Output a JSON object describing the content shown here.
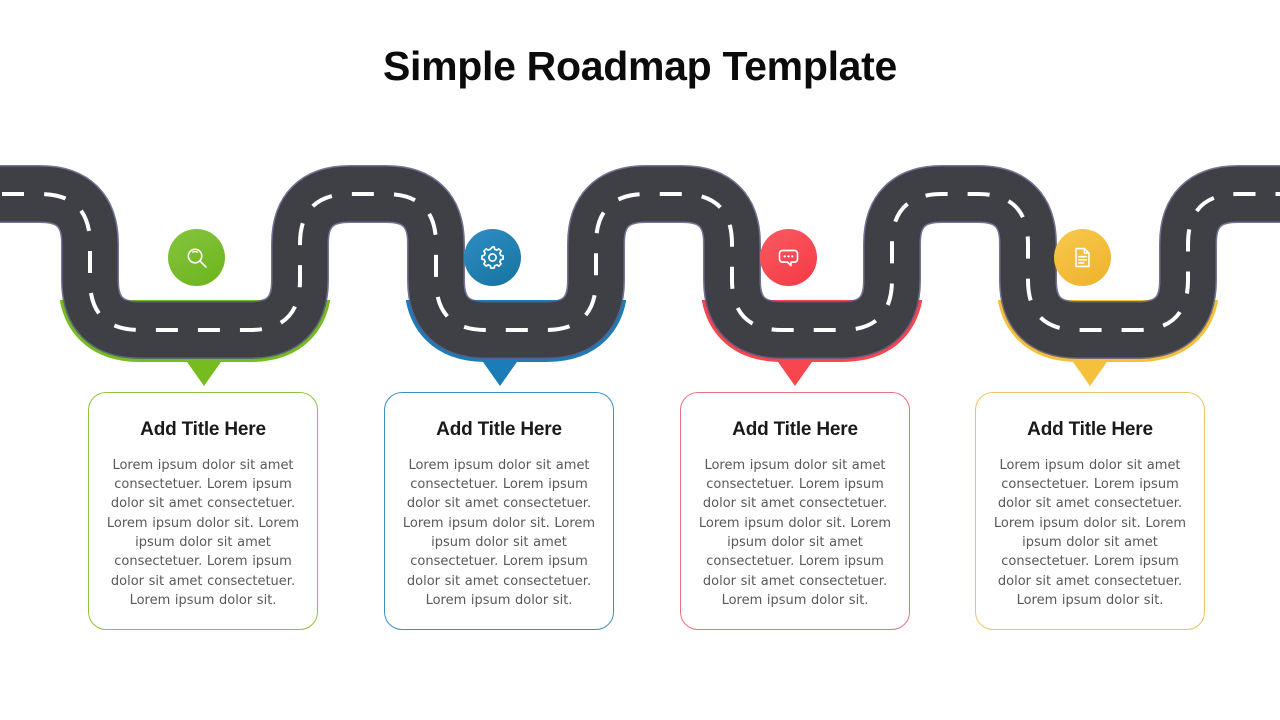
{
  "header": {
    "title": "Simple Roadmap Template"
  },
  "colors": {
    "road": "#3f3f46",
    "road_outline": "#5b5a84",
    "dash": "#ffffff",
    "green": "#76bc21",
    "blue": "#1c7cb8",
    "red": "#f8464f",
    "yellow": "#f5c13c",
    "title_text": "#0b0b0b",
    "body_text": "#58585b"
  },
  "roadmap": {
    "steps": [
      {
        "index": 1,
        "icon": "search-icon",
        "accent": "#76bc21",
        "card_border": "#8cc63f",
        "title": "Add Title Here",
        "body": "Lorem ipsum dolor sit amet consectetuer. Lorem ipsum dolor sit amet consectetuer. Lorem ipsum dolor sit. Lorem ipsum dolor sit amet consectetuer. Lorem ipsum dolor sit amet consectetuer. Lorem ipsum dolor sit."
      },
      {
        "index": 2,
        "icon": "gear-icon",
        "accent": "#1c7cb8",
        "card_border": "#3c8fc4",
        "title": "Add Title Here",
        "body": "Lorem ipsum dolor sit amet consectetuer. Lorem ipsum dolor sit amet consectetuer. Lorem ipsum dolor sit. Lorem ipsum dolor sit amet consectetuer. Lorem ipsum dolor sit amet consectetuer. Lorem ipsum dolor sit."
      },
      {
        "index": 3,
        "icon": "chat-bubble-icon",
        "accent": "#f8464f",
        "card_border": "#e8737c",
        "title": "Add Title Here",
        "body": "Lorem ipsum dolor sit amet consectetuer. Lorem ipsum dolor sit amet consectetuer. Lorem ipsum dolor sit. Lorem ipsum dolor sit amet consectetuer. Lorem ipsum dolor sit amet consectetuer. Lorem ipsum dolor sit."
      },
      {
        "index": 4,
        "icon": "document-icon",
        "accent": "#f5c13c",
        "card_border": "#e8c56a",
        "title": "Add Title Here",
        "body": "Lorem ipsum dolor sit amet consectetuer. Lorem ipsum dolor sit amet consectetuer. Lorem ipsum dolor sit. Lorem ipsum dolor sit amet consectetuer. Lorem ipsum dolor sit amet consectetuer. Lorem ipsum dolor sit."
      }
    ]
  }
}
